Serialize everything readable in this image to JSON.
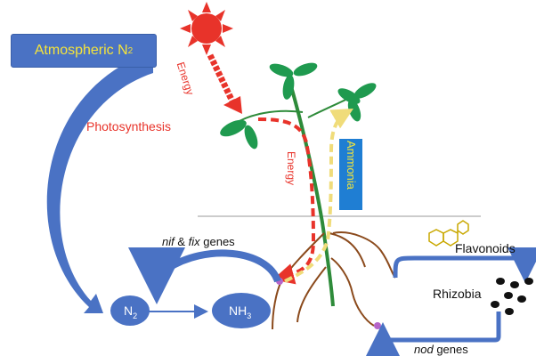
{
  "atmospheric": {
    "text": "Atmospheric N",
    "sub": "2"
  },
  "photosynthesis": "Photosynthesis",
  "energy_top": "Energy",
  "energy_down": "Energy",
  "ammonia": "Ammonia",
  "genes_top": {
    "nif": "nif",
    "amp": " & ",
    "fix": "fix",
    "rest": " genes"
  },
  "n2": {
    "text": "N",
    "sub": "2"
  },
  "nh3": {
    "text": "NH",
    "sub": "3"
  },
  "flavonoids": "Flavonoids",
  "rhizobia": "Rhizobia",
  "genes_bottom": {
    "nod": "nod",
    "rest": " genes"
  },
  "colors": {
    "blue": "#4a72c4",
    "blue_dark": "#3a5fa9",
    "red": "#e8332a",
    "yellow": "#f3e53a",
    "green": "#2e8b3a",
    "leaf": "#1f9a4f",
    "root": "#8b4a1c",
    "purple": "#b565c9",
    "ammonia_bg": "#1f7ed3"
  },
  "icons": [
    "sun-icon",
    "flavonoid-molecule-icon",
    "rhizobia-dots-icon",
    "plant-icon"
  ]
}
